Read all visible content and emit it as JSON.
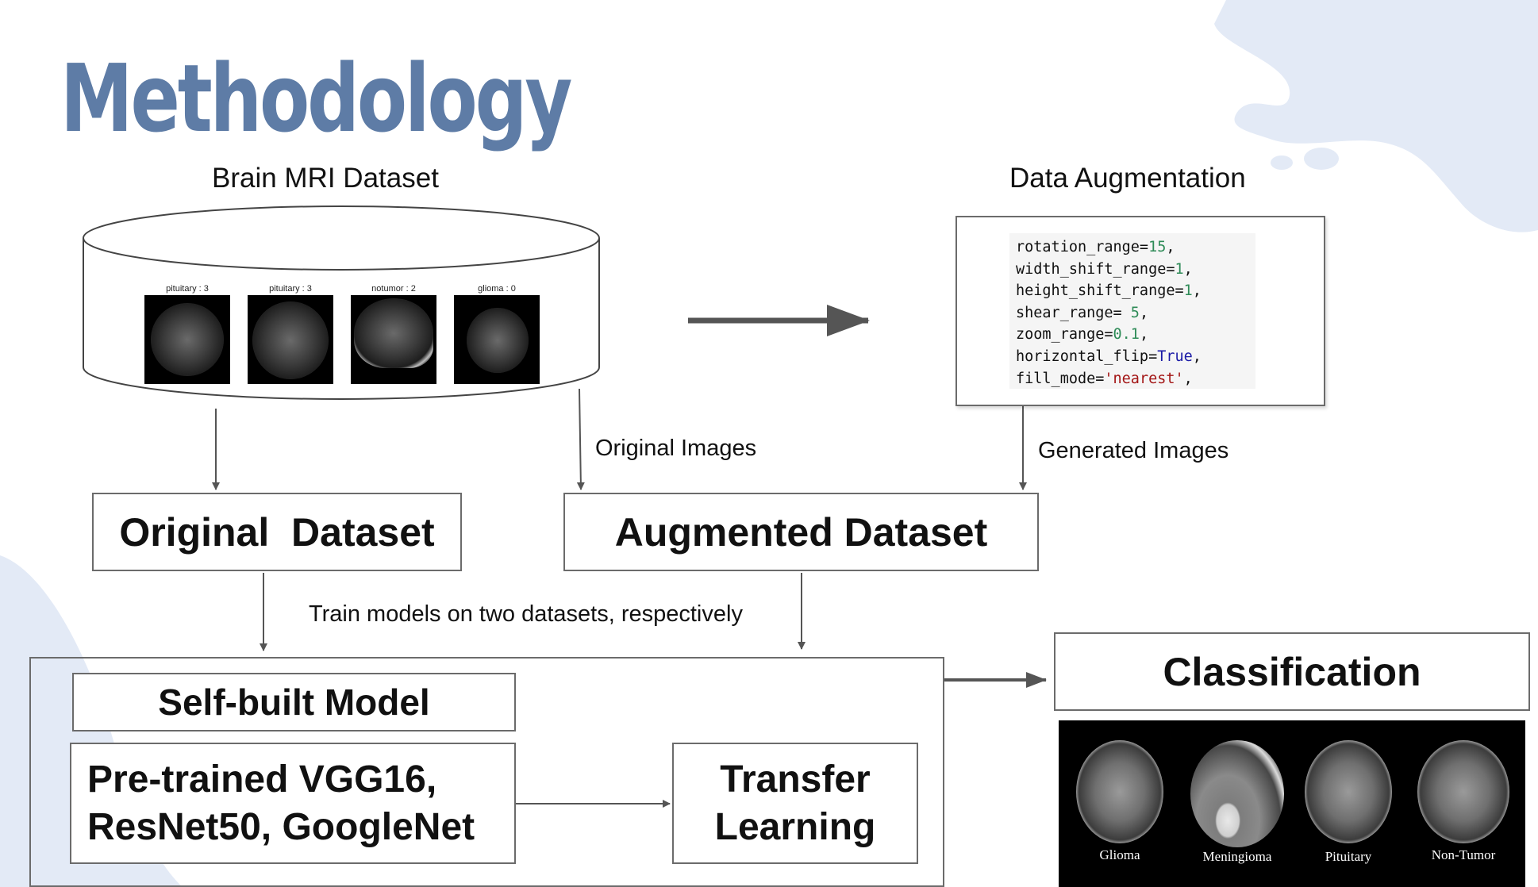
{
  "title": "Methodology",
  "dataset_label": "Brain MRI Dataset",
  "augmentation_label": "Data Augmentation",
  "thumbnails": [
    {
      "caption": "pituitary : 3"
    },
    {
      "caption": "pituitary : 3"
    },
    {
      "caption": "notumor : 2"
    },
    {
      "caption": "glioma : 0"
    }
  ],
  "code": {
    "lines": [
      {
        "key": "rotation_range=",
        "val": "15",
        "val_type": "num",
        "tail": ","
      },
      {
        "key": "width_shift_range=",
        "val": "1",
        "val_type": "num",
        "tail": ","
      },
      {
        "key": "height_shift_range=",
        "val": "1",
        "val_type": "num",
        "tail": ","
      },
      {
        "key": "shear_range= ",
        "val": "5",
        "val_type": "num",
        "tail": ","
      },
      {
        "key": "zoom_range=",
        "val": "0.1",
        "val_type": "num",
        "tail": ","
      },
      {
        "key": "horizontal_flip=",
        "val": "True",
        "val_type": "kw",
        "tail": ","
      },
      {
        "key": "fill_mode=",
        "val": "'nearest'",
        "val_type": "str",
        "tail": ","
      }
    ]
  },
  "edge_labels": {
    "original_images": "Original Images",
    "generated_images": "Generated Images",
    "train_note": "Train models on two datasets, respectively"
  },
  "boxes": {
    "original_dataset": "Original  Dataset",
    "augmented_dataset": "Augmented Dataset",
    "self_built_model": "Self-built Model",
    "pretrained_line1": "Pre-trained VGG16,",
    "pretrained_line2": "ResNet50, GoogleNet",
    "transfer_line1": "Transfer",
    "transfer_line2": "Learning",
    "classification": "Classification"
  },
  "classes": [
    "Glioma",
    "Meningioma",
    "Pituitary",
    "Non-Tumor"
  ],
  "colors": {
    "title": "#5e7ca6",
    "blob": "#e3eaf6",
    "border": "#6b6b6b",
    "arrow": "#555555"
  }
}
